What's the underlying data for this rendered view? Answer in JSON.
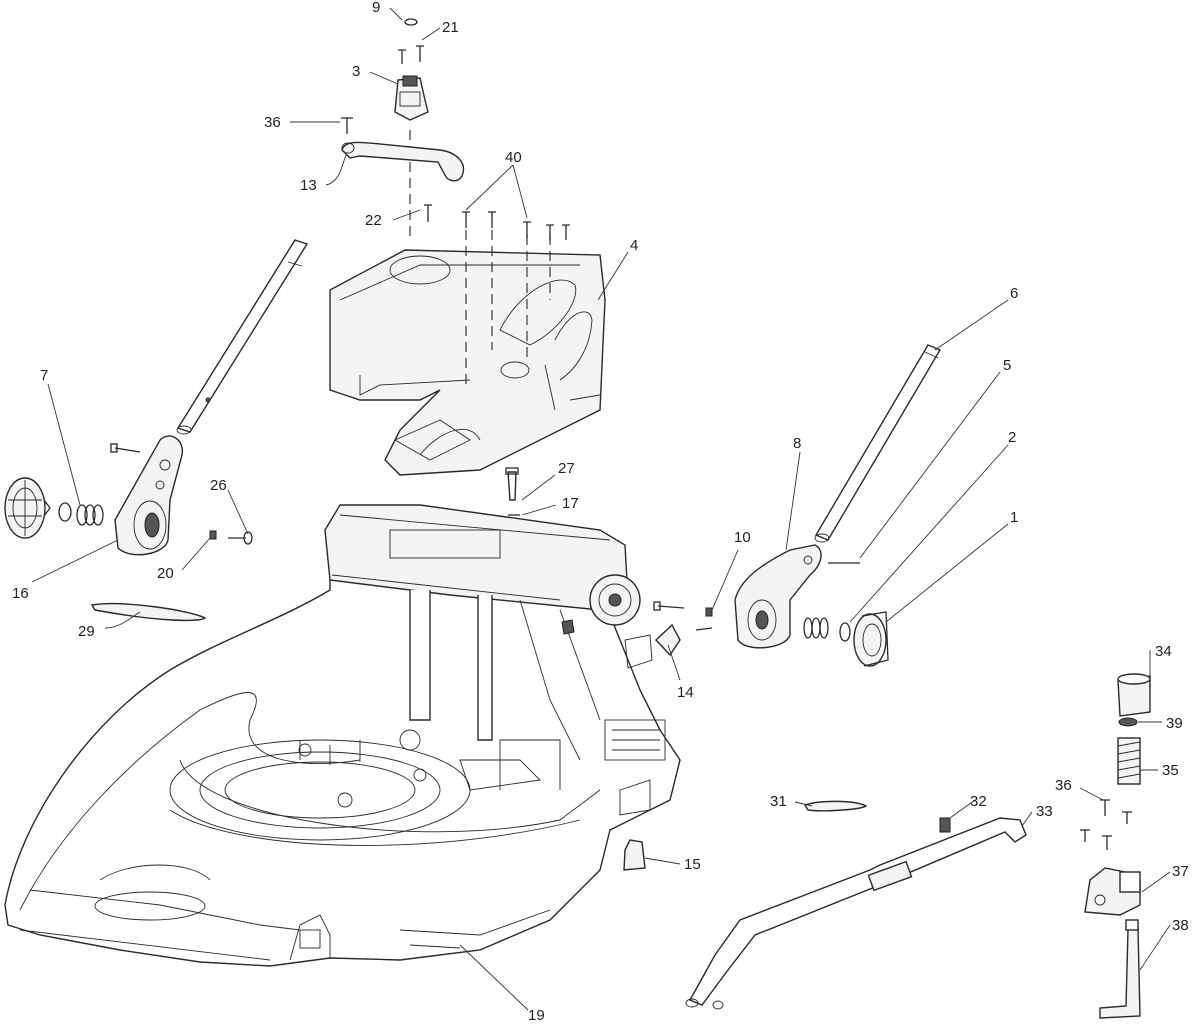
{
  "callouts": [
    {
      "label": "9",
      "part": "clip"
    },
    {
      "label": "21",
      "part": "screw"
    },
    {
      "label": "3",
      "part": "switch-box"
    },
    {
      "label": "36",
      "part": "screw"
    },
    {
      "label": "13",
      "part": "handle-bar"
    },
    {
      "label": "40",
      "part": "screws"
    },
    {
      "label": "22",
      "part": "screw"
    },
    {
      "label": "4",
      "part": "grass-catcher-frame"
    },
    {
      "label": "6",
      "part": "upper-handle-right"
    },
    {
      "label": "5",
      "part": "pin"
    },
    {
      "label": "2",
      "part": "washer"
    },
    {
      "label": "7",
      "part": "spring"
    },
    {
      "label": "8",
      "part": "handle-bracket-right"
    },
    {
      "label": "1",
      "part": "knob"
    },
    {
      "label": "27",
      "part": "bolt"
    },
    {
      "label": "17",
      "part": "pin"
    },
    {
      "label": "26",
      "part": "bolt"
    },
    {
      "label": "10",
      "part": "nut"
    },
    {
      "label": "16",
      "part": "handle-bracket-left"
    },
    {
      "label": "20",
      "part": "nut"
    },
    {
      "label": "29",
      "part": "gasket"
    },
    {
      "label": "14",
      "part": "clip"
    },
    {
      "label": "34",
      "part": "cap"
    },
    {
      "label": "39",
      "part": "o-ring"
    },
    {
      "label": "35",
      "part": "spring"
    },
    {
      "label": "31",
      "part": "plate"
    },
    {
      "label": "32",
      "part": "grip"
    },
    {
      "label": "33",
      "part": "height-adjust-rod"
    },
    {
      "label": "36",
      "part": "screw"
    },
    {
      "label": "37",
      "part": "lever-base"
    },
    {
      "label": "15",
      "part": "clip"
    },
    {
      "label": "38",
      "part": "lever"
    },
    {
      "label": "19",
      "part": "mower-deck"
    }
  ]
}
